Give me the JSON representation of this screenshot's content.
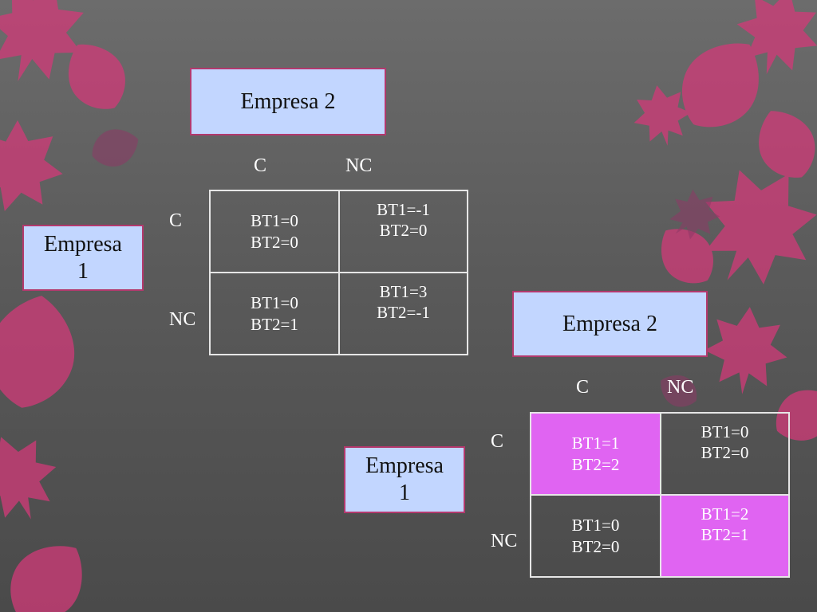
{
  "colors": {
    "label_fill": "#c2d6ff",
    "label_border": "#b3396d",
    "highlight": "#e064f2",
    "leaf": "#d23a78"
  },
  "top": {
    "column_player": "Empresa 2",
    "row_player": "Empresa 1",
    "col_headers": [
      "C",
      "NC"
    ],
    "row_headers": [
      "C",
      "NC"
    ],
    "cells": [
      [
        {
          "bt1": "BT1=0",
          "bt2": "BT2=0"
        },
        {
          "bt1": "BT1=-1",
          "bt2": "BT2=0"
        }
      ],
      [
        {
          "bt1": "BT1=0",
          "bt2": "BT2=1"
        },
        {
          "bt1": "BT1=3",
          "bt2": "BT2=-1"
        }
      ]
    ]
  },
  "bottom": {
    "column_player": "Empresa 2",
    "row_player": "Empresa 1",
    "col_headers": [
      "C",
      "NC"
    ],
    "row_headers": [
      "C",
      "NC"
    ],
    "cells": [
      [
        {
          "bt1": "BT1=1",
          "bt2": "BT2=2",
          "highlighted": true
        },
        {
          "bt1": "BT1=0",
          "bt2": "BT2=0",
          "highlighted": false
        }
      ],
      [
        {
          "bt1": "BT1=0",
          "bt2": "BT2=0",
          "highlighted": false
        },
        {
          "bt1": "BT1=2",
          "bt2": "BT2=1",
          "highlighted": true
        }
      ]
    ]
  }
}
